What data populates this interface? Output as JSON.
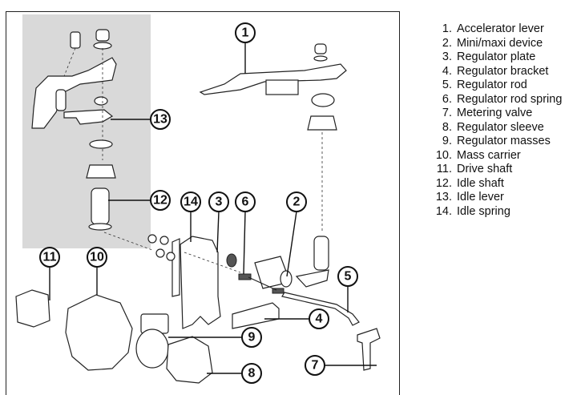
{
  "figure": {
    "callouts": [
      {
        "id": 1,
        "label": "1"
      },
      {
        "id": 2,
        "label": "2"
      },
      {
        "id": 3,
        "label": "3"
      },
      {
        "id": 4,
        "label": "4"
      },
      {
        "id": 5,
        "label": "5"
      },
      {
        "id": 6,
        "label": "6"
      },
      {
        "id": 7,
        "label": "7"
      },
      {
        "id": 8,
        "label": "8"
      },
      {
        "id": 9,
        "label": "9"
      },
      {
        "id": 10,
        "label": "10"
      },
      {
        "id": 11,
        "label": "11"
      },
      {
        "id": 12,
        "label": "12"
      },
      {
        "id": 13,
        "label": "13"
      },
      {
        "id": 14,
        "label": "14"
      }
    ]
  },
  "legend": {
    "items": [
      {
        "number": "1.",
        "name": "Accelerator lever"
      },
      {
        "number": "2.",
        "name": "Mini/maxi device"
      },
      {
        "number": "3.",
        "name": "Regulator plate"
      },
      {
        "number": "4.",
        "name": "Regulator bracket"
      },
      {
        "number": "5.",
        "name": "Regulator rod"
      },
      {
        "number": "6.",
        "name": "Regulator rod spring"
      },
      {
        "number": "7.",
        "name": "Metering valve"
      },
      {
        "number": "8.",
        "name": "Regulator sleeve"
      },
      {
        "number": "9.",
        "name": "Regulator masses"
      },
      {
        "number": "10.",
        "name": "Mass carrier"
      },
      {
        "number": "11.",
        "name": "Drive shaft"
      },
      {
        "number": "12.",
        "name": "Idle shaft"
      },
      {
        "number": "13.",
        "name": "Idle lever"
      },
      {
        "number": "14.",
        "name": "Idle spring"
      }
    ]
  }
}
